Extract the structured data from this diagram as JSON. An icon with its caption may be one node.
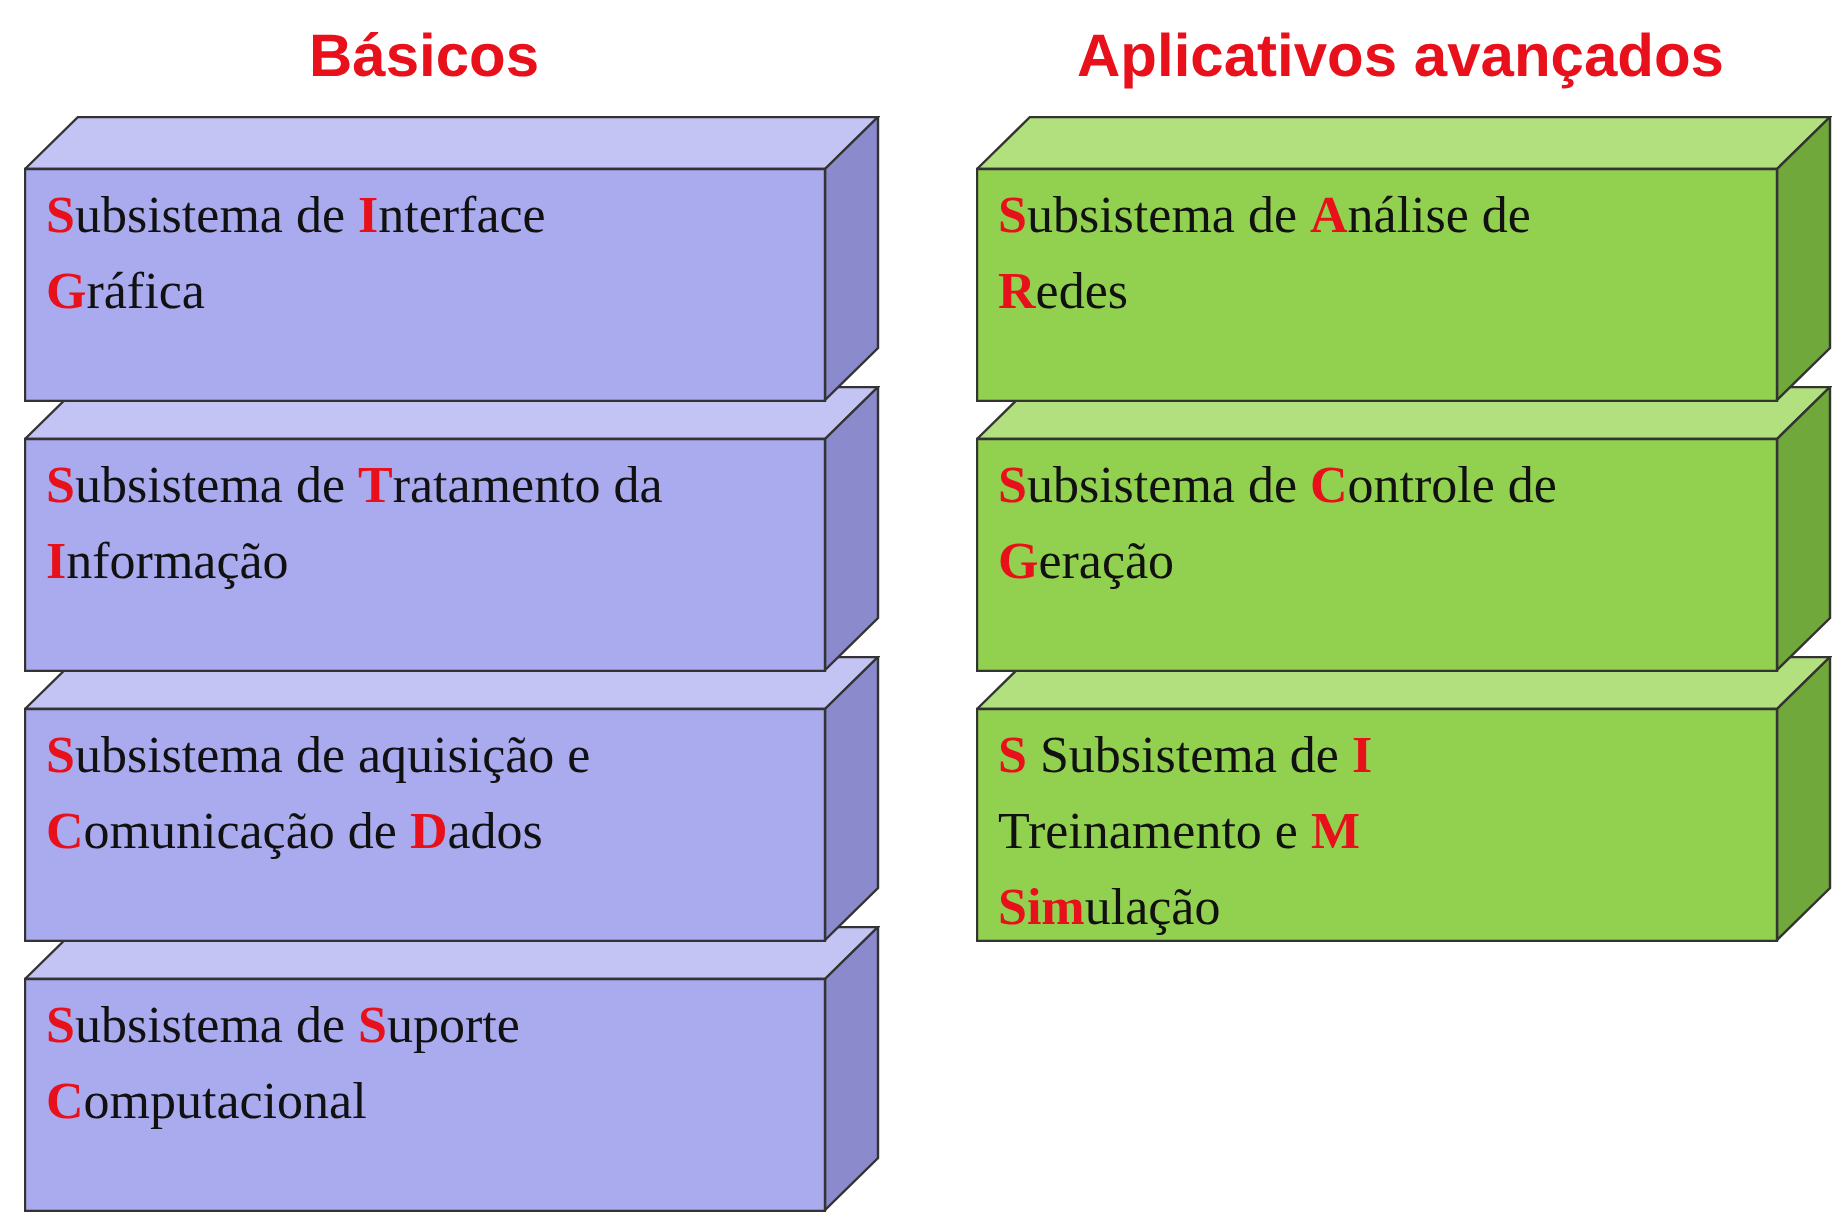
{
  "diagram": {
    "nodes": [
      {
        "text": [
          "**S**ubsistema de **I**nterface **G**ráfica"
        ]
      },
      {
        "text": [
          "**S**ubsistema de **T**ratamento da **I**nformação"
        ]
      },
      {
        "text": [
          "**S**ubsistema de aquisição e **C**omunicação de **D**ados"
        ]
      },
      {
        "text": [
          "**S**ubsistema de **S**uporte **C**omputacional"
        ]
      },
      {
        "text": [
          "**S**ubsistema de **A**nálise de **R**edes"
        ]
      },
      {
        "text": [
          "**S**ubsistema de **C**ontrole de **G**eração"
        ]
      },
      {
        "text": [
          "**S** Subsistema de **I** Treinamento e **M** **Sim**ulação"
        ]
      }
    ],
    "labels": [
      "Básicos",
      "Aplicativos avançados"
    ]
  }
}
